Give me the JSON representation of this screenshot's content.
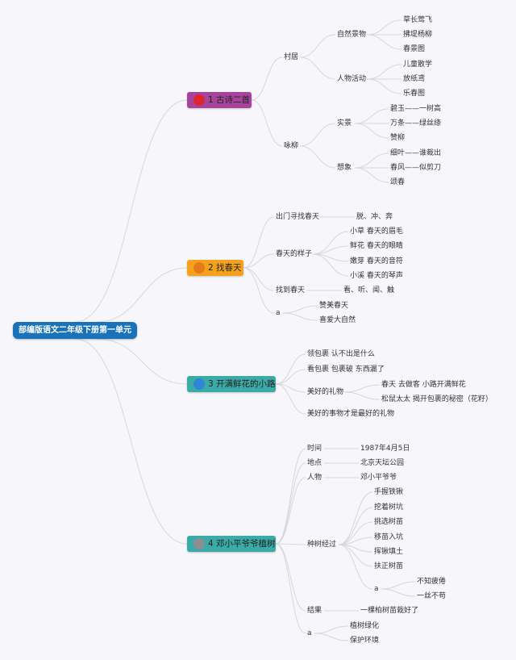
{
  "root": {
    "label": "部编版语文二年级下册第一单元"
  },
  "topics": [
    {
      "key": "t1",
      "label": "1 古诗二首",
      "color": "#a6439b",
      "icon_color": "#e0262d",
      "icon": "number-badge-icon"
    },
    {
      "key": "t2",
      "label": "2 找春天",
      "color": "#f4a21b",
      "icon_color": "#e8781c",
      "icon": "number-badge-icon"
    },
    {
      "key": "t3",
      "label": "3 开满鲜花的小路",
      "color": "#3aaba7",
      "icon_color": "#2f86d6",
      "icon": "number-badge-icon"
    },
    {
      "key": "t4",
      "label": "4 邓小平爷爷植树",
      "color": "#3aaba7",
      "icon_color": "#8b8f94",
      "icon": "number-badge-icon"
    }
  ],
  "nodes": {
    "t1_a": "村居",
    "t1_a1": "自然景物",
    "t1_a1_1": "草长莺飞",
    "t1_a1_2": "拂堤杨柳",
    "t1_a1_3": "春景图",
    "t1_a2": "人物活动",
    "t1_a2_1": "儿童散学",
    "t1_a2_2": "放纸鸢",
    "t1_a2_3": "乐春图",
    "t1_b": "咏柳",
    "t1_b1": "实景",
    "t1_b1_1": "碧玉——一树高",
    "t1_b1_2": "万条——绿丝绦",
    "t1_b1_3": "赞柳",
    "t1_b2": "想象",
    "t1_b2_1": "细叶——谁裁出",
    "t1_b2_2": "春风——似剪刀",
    "t1_b2_3": "颂春",
    "t2_a": "出门寻找春天",
    "t2_a1": "脱、冲、奔",
    "t2_b": "春天的样子",
    "t2_b1": "小草 春天的眉毛",
    "t2_b2": "鲜花 春天的眼睛",
    "t2_b3": "嫩芽 春天的音符",
    "t2_b4": "小溪 春天的琴声",
    "t2_c": "找到春天",
    "t2_c1": "看、听、闻、触",
    "t2_d": "a",
    "t2_d1": "赞美春天",
    "t2_d2": "喜爱大自然",
    "t3_a": "领包裹 认不出是什么",
    "t3_b": "看包裹 包裹破 东西漏了",
    "t3_c": "美好的礼物",
    "t3_c1": "春天 去做客 小路开满鲜花",
    "t3_c2": "松鼠太太 揭开包裹的秘密（花籽）",
    "t3_d": "美好的事物才是最好的礼物",
    "t4_a": "时间",
    "t4_a1": "1987年4月5日",
    "t4_b": "地点",
    "t4_b1": "北京天坛公园",
    "t4_c": "人物",
    "t4_c1": "邓小平爷爷",
    "t4_d": "种树经过",
    "t4_d1": "手握铁锹",
    "t4_d2": "挖着树坑",
    "t4_d3": "挑选树苗",
    "t4_d4": "移苗入坑",
    "t4_d5": "挥锹填土",
    "t4_d6": "扶正树苗",
    "t4_d7": "a",
    "t4_d7_1": "不知疲倦",
    "t4_d7_2": "一丝不苟",
    "t4_e": "结果",
    "t4_e1": "一棵柏树苗栽好了",
    "t4_f": "a",
    "t4_f1": "植树绿化",
    "t4_f2": "保护环境"
  },
  "link_color": "#d6d6dc"
}
